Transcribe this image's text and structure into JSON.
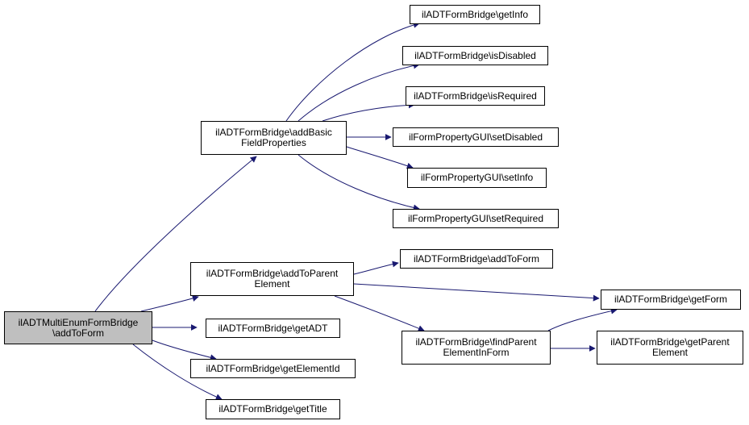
{
  "nodes": {
    "root": [
      "ilADTMultiEnumFormBridge",
      "\\addToForm"
    ],
    "addBasicFieldProperties": [
      "ilADTFormBridge\\addBasic",
      "FieldProperties"
    ],
    "getInfo": [
      "ilADTFormBridge\\getInfo"
    ],
    "isDisabled": [
      "ilADTFormBridge\\isDisabled"
    ],
    "isRequired": [
      "ilADTFormBridge\\isRequired"
    ],
    "setDisabled": [
      "ilFormPropertyGUI\\setDisabled"
    ],
    "setInfo": [
      "ilFormPropertyGUI\\setInfo"
    ],
    "setRequired": [
      "ilFormPropertyGUI\\setRequired"
    ],
    "addToParentElement": [
      "ilADTFormBridge\\addToParent",
      "Element"
    ],
    "addToForm": [
      "ilADTFormBridge\\addToForm"
    ],
    "getForm": [
      "ilADTFormBridge\\getForm"
    ],
    "getADT": [
      "ilADTFormBridge\\getADT"
    ],
    "findParentElementInForm": [
      "ilADTFormBridge\\findParent",
      "ElementInForm"
    ],
    "getParentElement": [
      "ilADTFormBridge\\getParent",
      "Element"
    ],
    "getElementId": [
      "ilADTFormBridge\\getElementId"
    ],
    "getTitle": [
      "ilADTFormBridge\\getTitle"
    ]
  },
  "edges": [
    [
      "root",
      "addBasicFieldProperties"
    ],
    [
      "root",
      "addToParentElement"
    ],
    [
      "root",
      "getADT"
    ],
    [
      "root",
      "getElementId"
    ],
    [
      "root",
      "getTitle"
    ],
    [
      "addBasicFieldProperties",
      "getInfo"
    ],
    [
      "addBasicFieldProperties",
      "isDisabled"
    ],
    [
      "addBasicFieldProperties",
      "isRequired"
    ],
    [
      "addBasicFieldProperties",
      "setDisabled"
    ],
    [
      "addBasicFieldProperties",
      "setInfo"
    ],
    [
      "addBasicFieldProperties",
      "setRequired"
    ],
    [
      "addToParentElement",
      "addToForm"
    ],
    [
      "addToParentElement",
      "getForm"
    ],
    [
      "addToParentElement",
      "findParentElementInForm"
    ],
    [
      "findParentElementInForm",
      "getForm"
    ],
    [
      "findParentElementInForm",
      "getParentElement"
    ]
  ],
  "colors": {
    "edge": "#191970",
    "root_fill": "#bfbfbf",
    "node_fill": "#ffffff",
    "border": "#000000"
  }
}
